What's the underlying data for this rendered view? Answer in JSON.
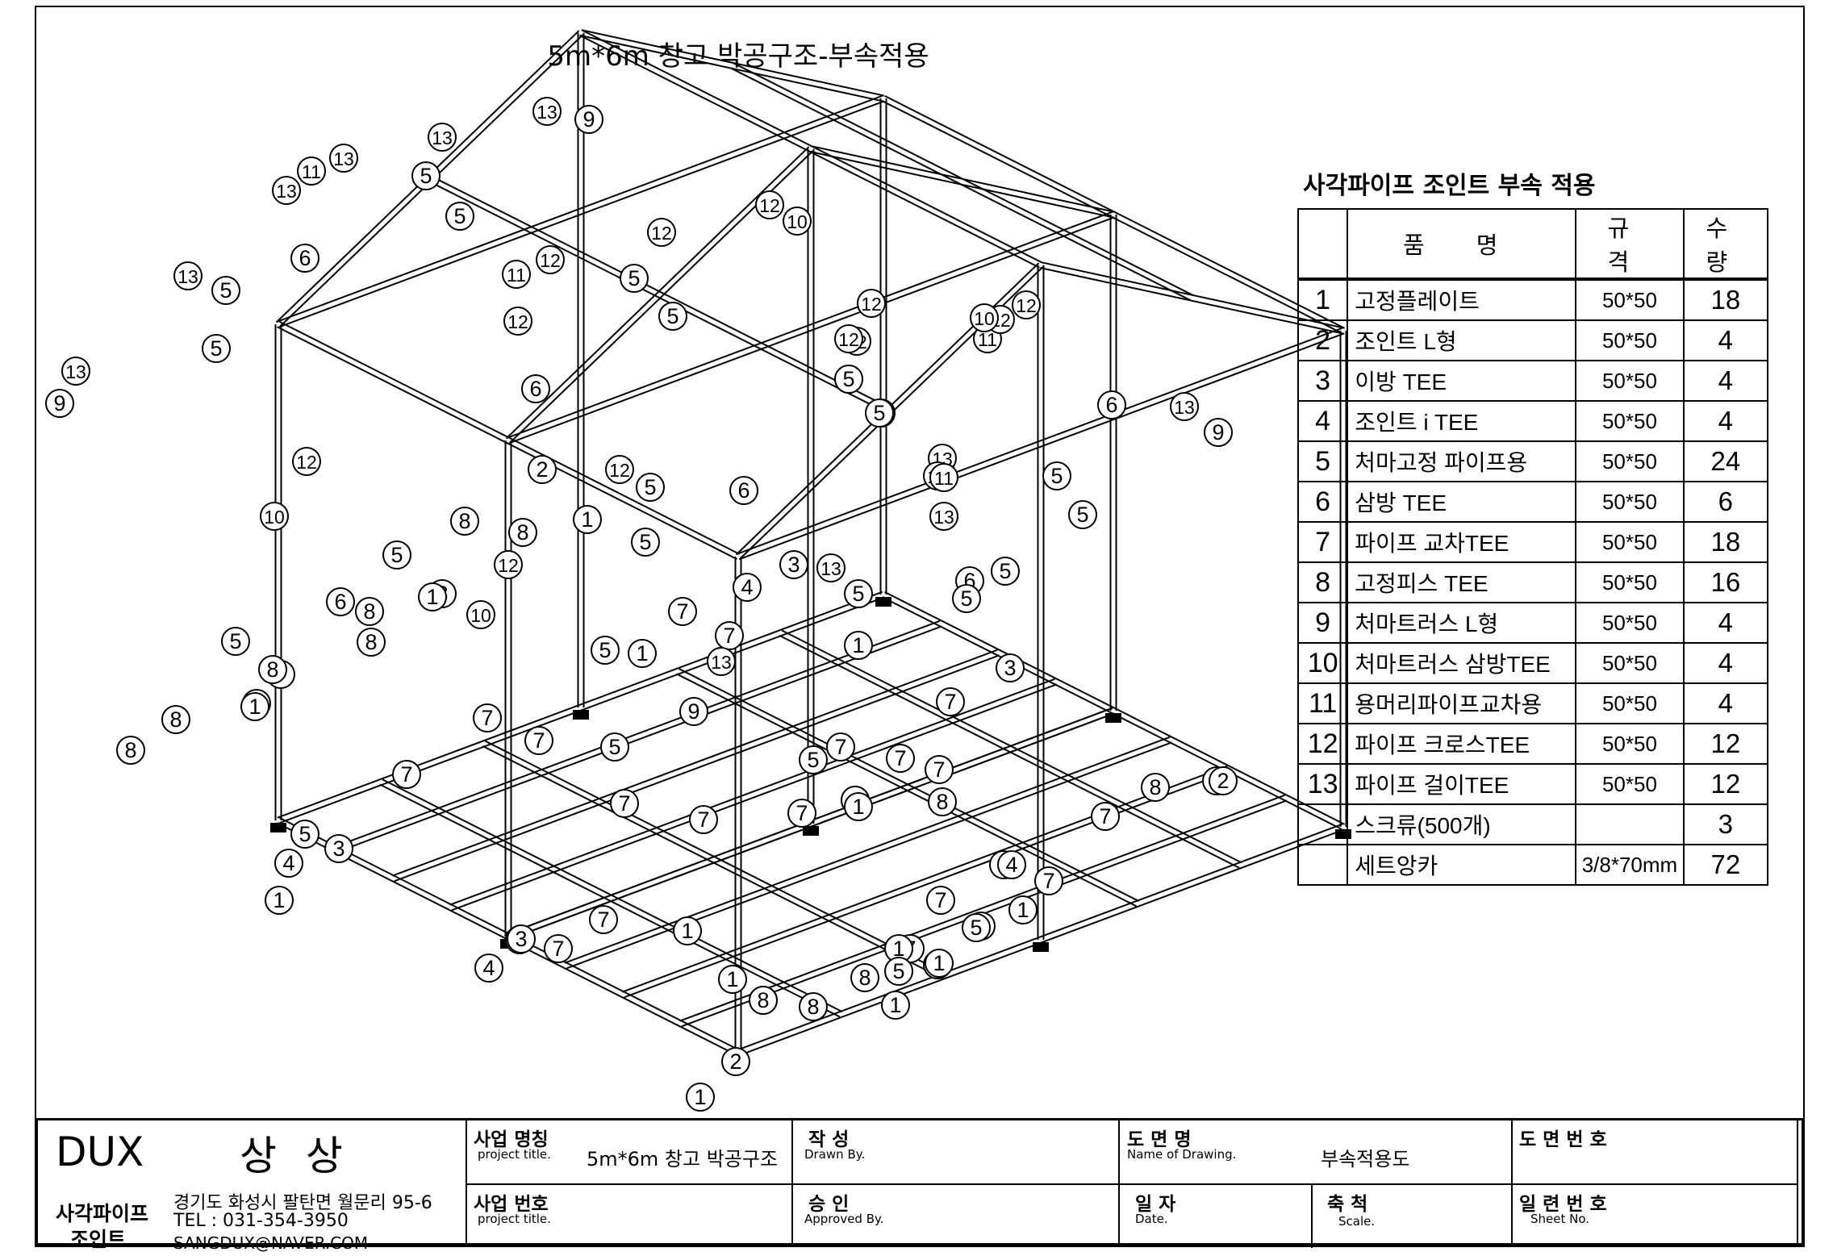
{
  "drawing_title": "5m*6m 창고 박공구조-부속적용",
  "bom": {
    "title": "사각파이프 조인트 부속 적용",
    "headers": [
      "",
      "품        명",
      "규    격",
      "수  량"
    ],
    "rows": [
      {
        "no": "1",
        "name": "고정플레이트",
        "spec": "50*50",
        "qty": "18"
      },
      {
        "no": "2",
        "name": "조인트 L형",
        "spec": "50*50",
        "qty": "4"
      },
      {
        "no": "3",
        "name": "이방 TEE",
        "spec": "50*50",
        "qty": "4"
      },
      {
        "no": "4",
        "name": "조인트 i TEE",
        "spec": "50*50",
        "qty": "4"
      },
      {
        "no": "5",
        "name": "처마고정 파이프용",
        "spec": "50*50",
        "qty": "24"
      },
      {
        "no": "6",
        "name": "삼방 TEE",
        "spec": "50*50",
        "qty": "6"
      },
      {
        "no": "7",
        "name": "파이프 교차TEE",
        "spec": "50*50",
        "qty": "18"
      },
      {
        "no": "8",
        "name": "고정피스 TEE",
        "spec": "50*50",
        "qty": "16"
      },
      {
        "no": "9",
        "name": "처마트러스 L형",
        "spec": "50*50",
        "qty": "4"
      },
      {
        "no": "10",
        "name": "처마트러스 삼방TEE",
        "spec": "50*50",
        "qty": "4"
      },
      {
        "no": "11",
        "name": "용머리파이프교차용",
        "spec": "50*50",
        "qty": "4"
      },
      {
        "no": "12",
        "name": "파이프 크로스TEE",
        "spec": "50*50",
        "qty": "12"
      },
      {
        "no": "13",
        "name": "파이프 걸이TEE",
        "spec": "50*50",
        "qty": "12"
      },
      {
        "no": "",
        "name": "스크류(500개)",
        "spec": "",
        "qty": "3"
      },
      {
        "no": "",
        "name": "세트앙카",
        "spec": "3/8*70mm",
        "qty": "72"
      }
    ]
  },
  "title_block": {
    "company": "DUX",
    "company_kr": "상 상",
    "product_line_1": "사각파이프",
    "product_line_2": "조인트",
    "address": "경기도 화성시 팔탄면 월문리 95-6",
    "tel": "TEL : 031-354-3950",
    "email": "SANGDUX@NAVER.COM",
    "project_name_label": "사업 명칭",
    "project_name_sub": "project title.",
    "project_name_value": "5m*6m 창고 박공구조",
    "project_no_label": "사업 번호",
    "project_no_sub": "project title.",
    "drawn_label": "작    성",
    "drawn_sub": "Drawn By.",
    "approved_label": "승    인",
    "approved_sub": "Approved By.",
    "drawing_name_label": "도  면  명",
    "drawing_name_sub": "Name of Drawing.",
    "drawing_name_value": "부속적용도",
    "date_label": "일  자",
    "date_sub": "Date.",
    "scale_label": "축  척",
    "scale_sub": "Scale.",
    "drawing_no_label": "도 면 번 호",
    "sheet_label": "일 련 번 호",
    "sheet_sub": "Sheet No."
  },
  "callouts": [
    {
      "n": "13"
    },
    {
      "n": "9"
    },
    {
      "n": "13"
    },
    {
      "n": "5"
    },
    {
      "n": "5"
    },
    {
      "n": "11"
    },
    {
      "n": "13"
    },
    {
      "n": "13"
    },
    {
      "n": "12"
    },
    {
      "n": "10"
    },
    {
      "n": "12"
    },
    {
      "n": "5"
    },
    {
      "n": "5"
    },
    {
      "n": "6"
    },
    {
      "n": "13"
    },
    {
      "n": "5"
    },
    {
      "n": "5"
    },
    {
      "n": "13"
    },
    {
      "n": "9"
    },
    {
      "n": "12"
    },
    {
      "n": "5"
    },
    {
      "n": "5"
    },
    {
      "n": "6"
    },
    {
      "n": "11"
    },
    {
      "n": "12"
    },
    {
      "n": "12"
    },
    {
      "n": "12"
    },
    {
      "n": "10"
    },
    {
      "n": "12"
    },
    {
      "n": "5"
    },
    {
      "n": "5"
    },
    {
      "n": "11"
    },
    {
      "n": "12"
    },
    {
      "n": "12"
    },
    {
      "n": "6"
    },
    {
      "n": "12"
    },
    {
      "n": "10"
    },
    {
      "n": "2"
    },
    {
      "n": "12"
    },
    {
      "n": "5"
    },
    {
      "n": "1"
    },
    {
      "n": "6"
    },
    {
      "n": "13"
    },
    {
      "n": "9"
    },
    {
      "n": "13"
    },
    {
      "n": "5"
    },
    {
      "n": "5"
    },
    {
      "n": "13"
    },
    {
      "n": "11"
    },
    {
      "n": "13"
    },
    {
      "n": "8"
    },
    {
      "n": "8"
    },
    {
      "n": "5"
    },
    {
      "n": "5"
    },
    {
      "n": "8"
    },
    {
      "n": "1"
    },
    {
      "n": "12"
    },
    {
      "n": "3"
    },
    {
      "n": "4"
    },
    {
      "n": "13"
    },
    {
      "n": "5"
    },
    {
      "n": "1"
    },
    {
      "n": "6"
    },
    {
      "n": "6"
    },
    {
      "n": "8"
    },
    {
      "n": "10"
    },
    {
      "n": "7"
    },
    {
      "n": "7"
    },
    {
      "n": "5"
    },
    {
      "n": "1"
    },
    {
      "n": "5"
    },
    {
      "n": "5"
    },
    {
      "n": "8"
    },
    {
      "n": "7"
    },
    {
      "n": "5"
    },
    {
      "n": "1"
    },
    {
      "n": "13"
    },
    {
      "n": "3"
    },
    {
      "n": "8"
    },
    {
      "n": "1"
    },
    {
      "n": "9"
    },
    {
      "n": "4"
    },
    {
      "n": "1"
    },
    {
      "n": "8"
    },
    {
      "n": "7"
    },
    {
      "n": "7"
    },
    {
      "n": "7"
    },
    {
      "n": "2"
    },
    {
      "n": "8"
    },
    {
      "n": "5"
    },
    {
      "n": "7"
    },
    {
      "n": "7"
    },
    {
      "n": "5"
    },
    {
      "n": "7"
    },
    {
      "n": "7"
    },
    {
      "n": "1"
    },
    {
      "n": "7"
    },
    {
      "n": "1"
    },
    {
      "n": "1"
    },
    {
      "n": "7"
    },
    {
      "n": "7"
    },
    {
      "n": "8"
    },
    {
      "n": "2"
    },
    {
      "n": "8"
    },
    {
      "n": "7"
    },
    {
      "n": "7"
    },
    {
      "n": "8"
    },
    {
      "n": "1"
    },
    {
      "n": "5"
    },
    {
      "n": "3"
    },
    {
      "n": "7"
    },
    {
      "n": "4"
    },
    {
      "n": "1"
    },
    {
      "n": "7"
    },
    {
      "n": "1"
    },
    {
      "n": "8"
    },
    {
      "n": "5"
    },
    {
      "n": "6"
    },
    {
      "n": "1"
    },
    {
      "n": "1"
    },
    {
      "n": "3"
    },
    {
      "n": "7"
    },
    {
      "n": "7"
    },
    {
      "n": "8"
    },
    {
      "n": "4"
    },
    {
      "n": "1"
    },
    {
      "n": "8"
    },
    {
      "n": "5"
    },
    {
      "n": "1"
    },
    {
      "n": "8"
    },
    {
      "n": "8"
    },
    {
      "n": "2"
    },
    {
      "n": "1"
    }
  ]
}
